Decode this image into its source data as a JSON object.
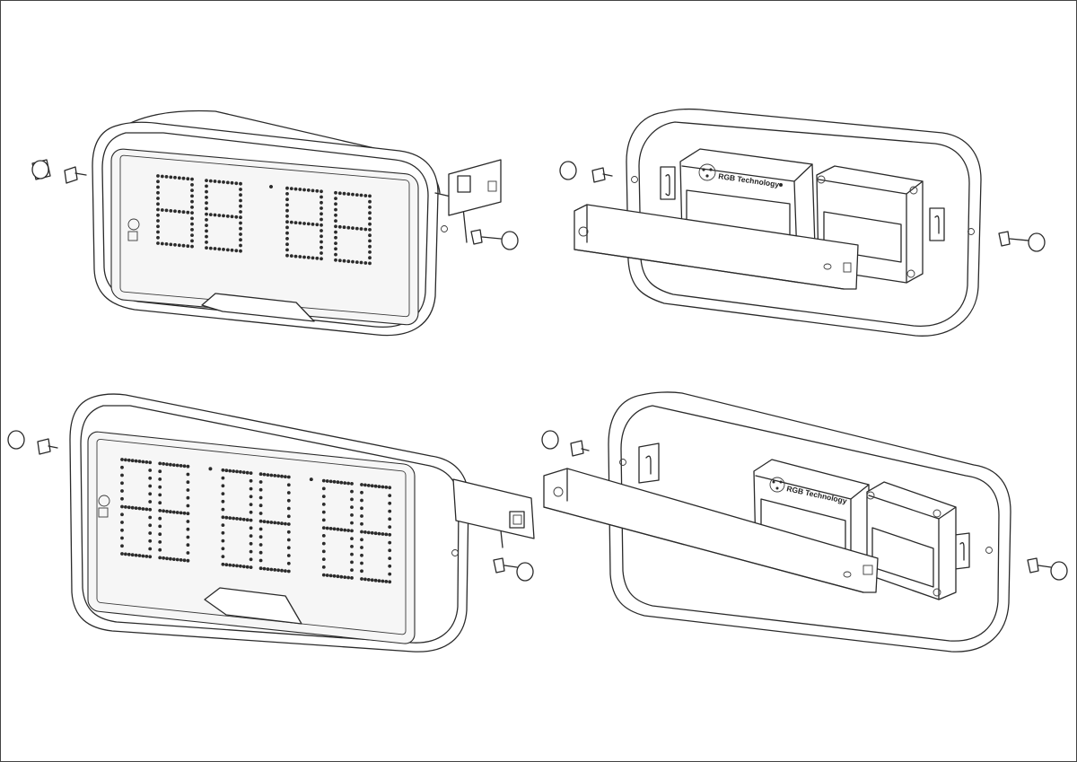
{
  "diagram": {
    "views": [
      {
        "id": "small-front",
        "display_text": "88:88",
        "digits": 4
      },
      {
        "id": "small-rear",
        "brand_label": "RGB Technology"
      },
      {
        "id": "large-front",
        "display_text": "88:88:88",
        "digits": 6
      },
      {
        "id": "large-rear",
        "brand_label": "RGB Technology"
      }
    ],
    "colors": {
      "line": "#2a2a2a",
      "led": "#2b2b2b",
      "background": "#ffffff"
    },
    "icons": [
      "bolt-icon",
      "cap-nut-icon",
      "logo-icon",
      "mounting-bracket-icon",
      "hook-slot-icon"
    ]
  }
}
